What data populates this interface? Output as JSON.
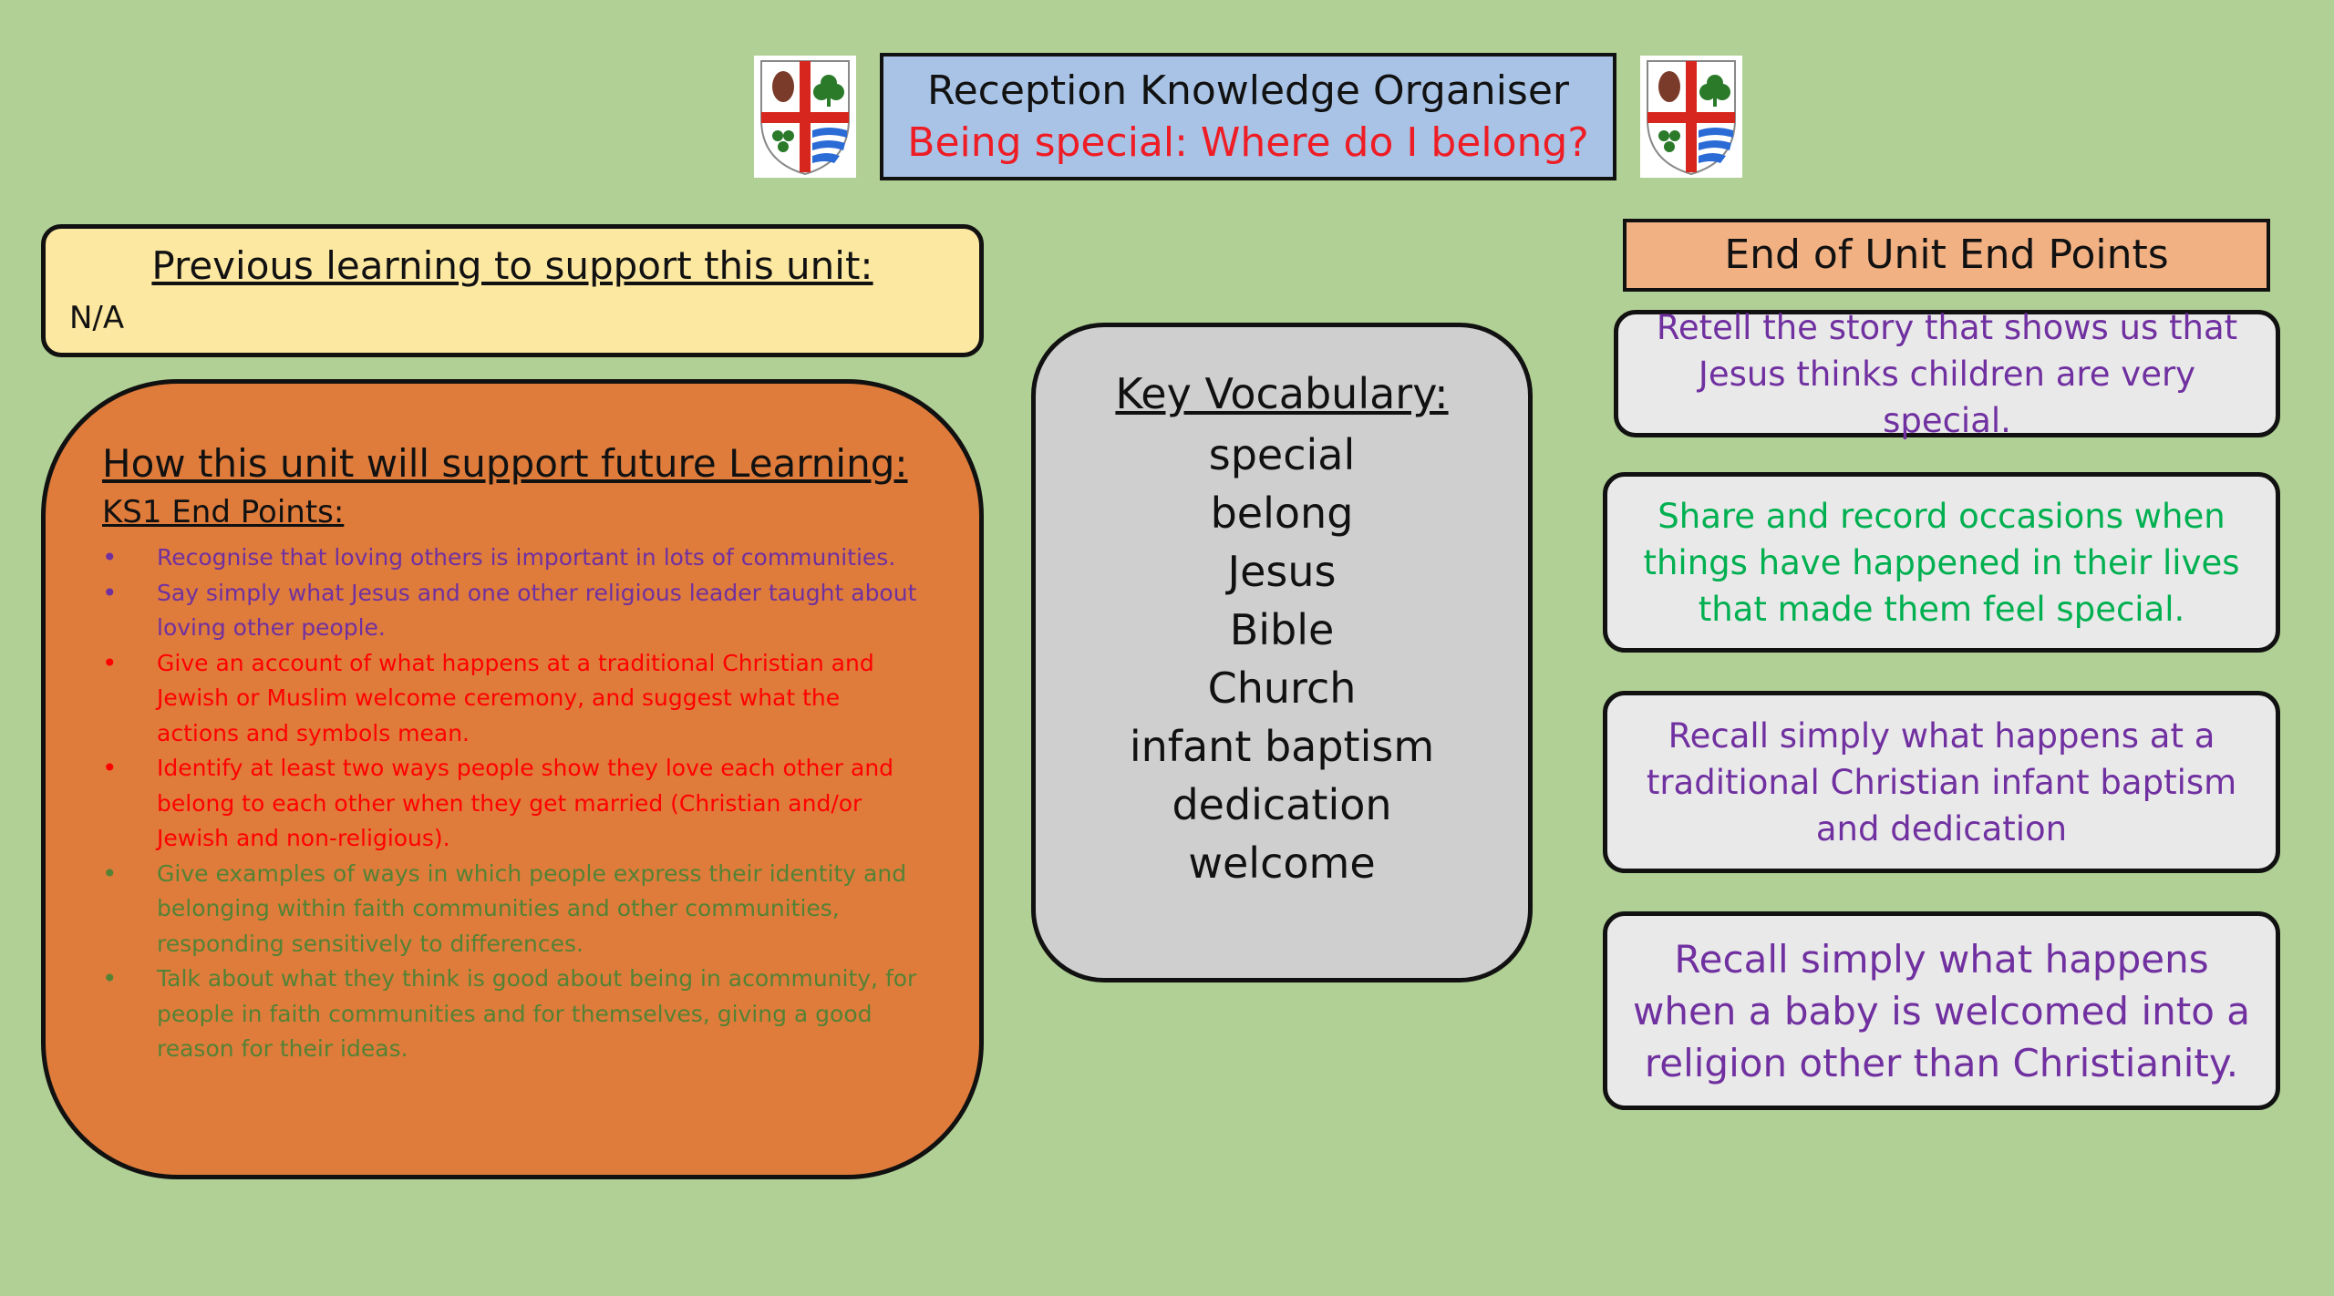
{
  "header": {
    "title": "Reception Knowledge Organiser",
    "subtitle": "Being special: Where do I belong?"
  },
  "previous_learning": {
    "heading": "Previous learning to support this unit:",
    "body": "N/A"
  },
  "future_learning": {
    "heading": "How this unit will support future Learning:",
    "subheading": "KS1 End Points:",
    "items": [
      {
        "text": "Recognise that loving others is important in lots of communities.",
        "color": "#7030a0"
      },
      {
        "text": "Say simply what Jesus and one other religious leader taught about loving other people.",
        "color": "#7030a0"
      },
      {
        "text": "Give an account of what happens at a traditional Christian and Jewish or Muslim welcome ceremony, and suggest what the actions and symbols mean.",
        "color": "#ff0000"
      },
      {
        "text": "Identify at least two ways people show they love each other and belong to each other when they get married (Christian and/or Jewish and non-religious).",
        "color": "#ff0000"
      },
      {
        "text": "Give examples of ways in which people express their identity and belonging within faith communities and other communities, responding sensitively to differences.",
        "color": "#548235"
      },
      {
        "text": "Talk about what they think is good about being in acommunity, for people in faith communities and for themselves, giving a good reason for their ideas.",
        "color": "#548235"
      }
    ]
  },
  "vocabulary": {
    "heading": "Key Vocabulary:",
    "words": [
      "special",
      "belong",
      "Jesus",
      "Bible",
      "Church",
      "infant baptism",
      "dedication",
      "welcome"
    ]
  },
  "end_points": {
    "heading": "End of Unit End Points",
    "cards": [
      "Retell the story that shows us that Jesus thinks children are very special.",
      "Share and record occasions when things have happened in their lives that made them feel special.",
      "Recall simply what happens at a traditional Christian infant baptism and dedication",
      "Recall simply what happens when a baby is welcomed into a religion other than Christianity."
    ]
  },
  "icons": {
    "crest": "school-crest-icon"
  },
  "colors": {
    "background": "#b1d095",
    "title_box": "#a8c3e6",
    "subtitle_text": "#ee1c24",
    "previous_box": "#fde8a1",
    "future_box": "#df7c3b",
    "vocab_box": "#d0cfd0",
    "end_header": "#f2b183",
    "end_card": "#e9e9ea"
  }
}
